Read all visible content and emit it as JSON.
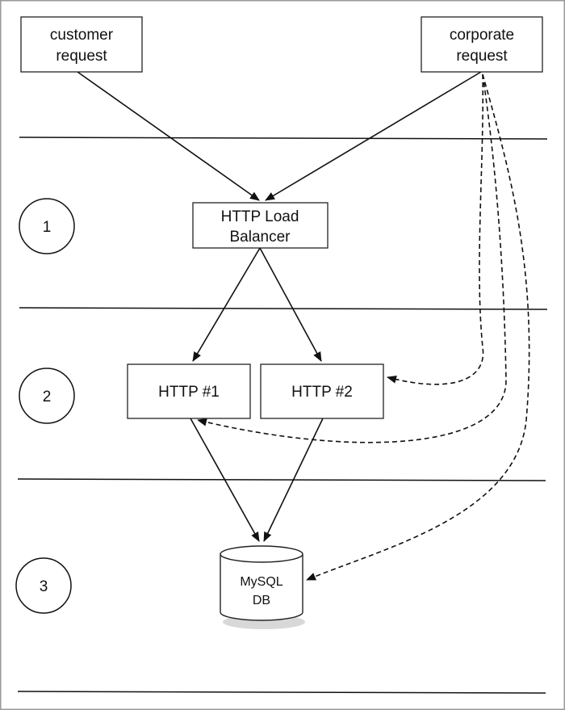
{
  "nodes": {
    "customer_request": [
      "customer",
      "request"
    ],
    "corporate_request": [
      "corporate",
      "request"
    ],
    "load_balancer": [
      "HTTP Load",
      "Balancer"
    ],
    "http1": "HTTP #1",
    "http2": "HTTP #2",
    "database": [
      "MySQL",
      "DB"
    ]
  },
  "tiers": [
    "1",
    "2",
    "3"
  ],
  "edges": [
    {
      "from": "customer request",
      "to": "HTTP Load Balancer",
      "style": "solid"
    },
    {
      "from": "corporate request",
      "to": "HTTP Load Balancer",
      "style": "solid"
    },
    {
      "from": "HTTP Load Balancer",
      "to": "HTTP #1",
      "style": "solid"
    },
    {
      "from": "HTTP Load Balancer",
      "to": "HTTP #2",
      "style": "solid"
    },
    {
      "from": "HTTP #1",
      "to": "MySQL DB",
      "style": "solid"
    },
    {
      "from": "HTTP #2",
      "to": "MySQL DB",
      "style": "solid"
    },
    {
      "from": "corporate request",
      "to": "HTTP #2",
      "style": "dashed"
    },
    {
      "from": "corporate request",
      "to": "HTTP #1",
      "style": "dashed"
    },
    {
      "from": "corporate request",
      "to": "MySQL DB",
      "style": "dashed"
    }
  ]
}
